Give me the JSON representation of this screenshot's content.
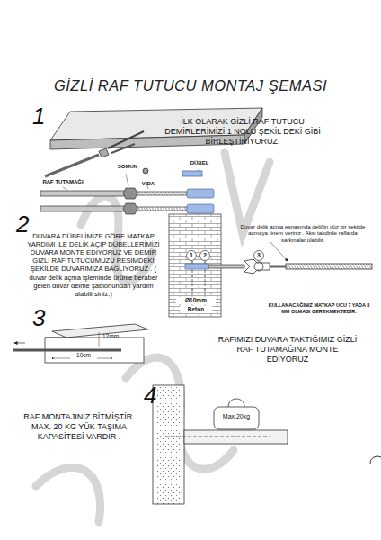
{
  "diagram": {
    "title": "GİZLİ RAF TUTUCU MONTAJ ŞEMASI",
    "labels": [
      "1",
      "İLK OLARAK GİZLİ RAF TUTUCU DEMİRLERİMİZİ 1 NOLU ŞEKİL DEKİ GİBİ BİRLEŞTİRİYORUZ.",
      "SOMUN",
      "DÜBEL",
      "VİDA",
      "RAF TUTAMAĞI",
      "2",
      "DUVARA DÜBELİMİZE GÖRE MATKAP YARDIMI İLE DELİK AÇIP DÜBELLERİMİZİ DUVARA MONTE EDİYORUZ VE DEMİR GİZLİ RAF TUTUCUMUZU RESİMDEKİ ŞEKİLDE DUVARIMIZA BAĞLIYORUZ . ( duvar delik açma işleminde ürünle beraber gelen duvar delme şablonundan yardım alabilirsiniz.)",
      "Duvar delik açma esnasında deliğin düz bir şekilde açmaya önem veriniz . Aksi takdirde raflarda sarkmalar olabilir.",
      "1",
      "2",
      "3",
      "Ø10mm",
      "Beton",
      "KULLANACAĞINIZ MATKAP UCU 7 YADA 8 MM OLMASI GEREKMEKTEDİR.",
      "3",
      "12mm",
      "10cm",
      "RAFIMIZI DUVARA TAKTIĞIMIZ GİZLİ RAF TUTAMAĞINA MONTE EDİYORUZ",
      "4",
      "RAF MONTAJINIZ BİTMİŞTİR. MAX. 20 KG YÜK TAŞIMA KAPASİTESİ VARDIR .",
      "Max.20kg"
    ]
  }
}
